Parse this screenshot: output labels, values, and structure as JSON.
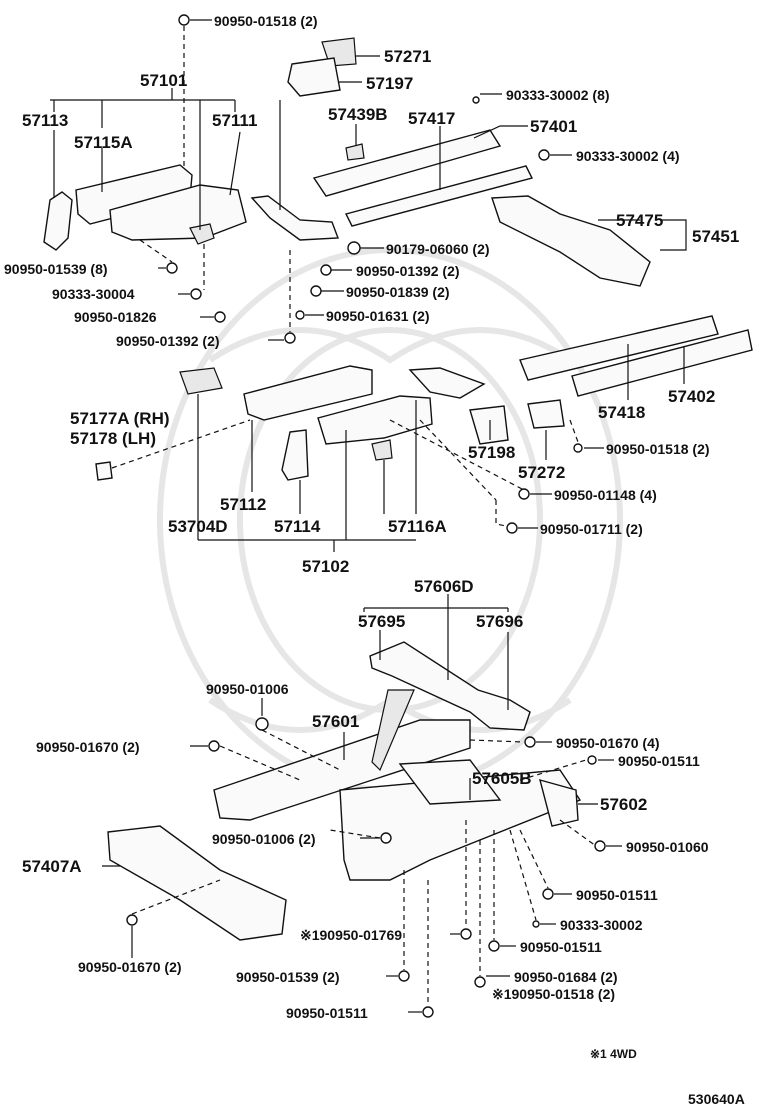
{
  "diagram": {
    "parts": {
      "p57101": "57101",
      "p57113": "57113",
      "p57115A": "57115A",
      "p57111": "57111",
      "p90950_01518_2_top": "90950-01518 (2)",
      "p57271": "57271",
      "p57197": "57197",
      "p57439B": "57439B",
      "p57417": "57417",
      "p90333_30002_8": "90333-30002 (8)",
      "p57401": "57401",
      "p90333_30002_4": "90333-30002 (4)",
      "p57475": "57475",
      "p57451": "57451",
      "p90179_06060_2": "90179-06060 (2)",
      "p90950_01392_2_a": "90950-01392 (2)",
      "p90950_01839_2": "90950-01839 (2)",
      "p90950_01631_2": "90950-01631 (2)",
      "p90950_01539_8": "90950-01539 (8)",
      "p90333_30004": "90333-30004",
      "p90950_01826": "90950-01826",
      "p90950_01392_2_b": "90950-01392 (2)",
      "p57177A": "57177A (RH)",
      "p57178": "57178   (LH)",
      "p57418": "57418",
      "p57402": "57402",
      "p57198": "57198",
      "p57272": "57272",
      "p90950_01518_2_mid": "90950-01518 (2)",
      "p90950_01148_4": "90950-01148 (4)",
      "p90950_01711_2": "90950-01711 (2)",
      "p57112": "57112",
      "p53704D": "53704D",
      "p57114": "57114",
      "p57116A": "57116A",
      "p57102": "57102",
      "p57606D": "57606D",
      "p57695": "57695",
      "p57696": "57696",
      "p90950_01006": "90950-01006",
      "p57601": "57601",
      "p90950_01670_2_l": "90950-01670 (2)",
      "p90950_01670_4": "90950-01670 (4)",
      "p90950_01511_a": "90950-01511",
      "p57605B": "57605B",
      "p57602": "57602",
      "p90950_01006_2": "90950-01006 (2)",
      "p90950_01060": "90950-01060",
      "p57407A": "57407A",
      "p90950_01511_b": "90950-01511",
      "p90333_30002": "90333-30002",
      "p90950_01769": "※190950-01769",
      "p90950_01511_c": "90950-01511",
      "p90950_01670_2_b": "90950-01670 (2)",
      "p90950_01539_2": "90950-01539 (2)",
      "p90950_01684_2": "90950-01684 (2)",
      "p90950_01518_2_bot": "※190950-01518 (2)",
      "p90950_01511_d": "90950-01511"
    },
    "footnote": "※1 4WD",
    "diagram_id": "530640A"
  }
}
